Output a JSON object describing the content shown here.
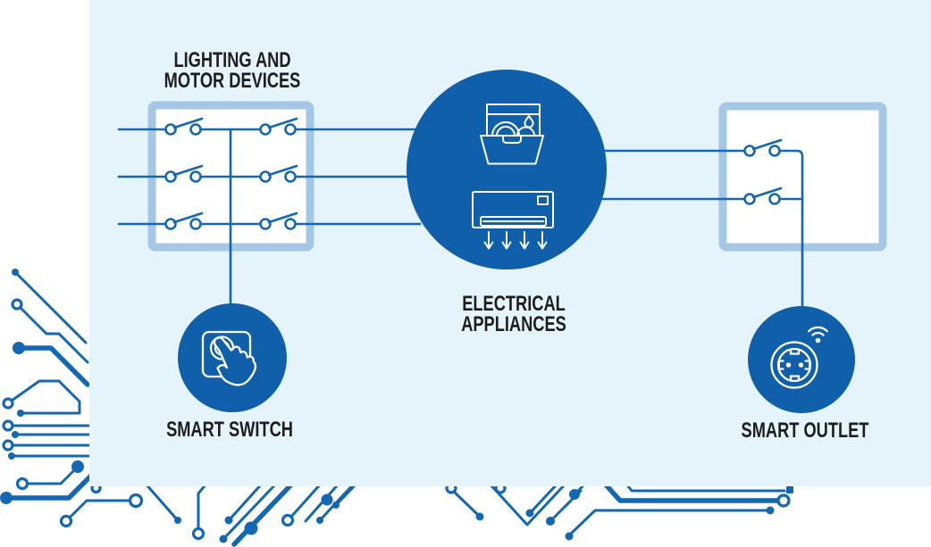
{
  "labels": {
    "lighting_motor": {
      "line1": "LIGHTING AND",
      "line2": "MOTOR DEVICES"
    },
    "electrical_appliances": {
      "line1": "ELECTRICAL",
      "line2": "APPLIANCES"
    },
    "smart_switch": "SMART SWITCH",
    "smart_outlet": "SMART OUTLET"
  },
  "colors": {
    "background": "#ffffff",
    "panel": "#e5f3fa",
    "wire": "#1467b2",
    "node_fill": "#0f5faa",
    "box_border": "#a3c7e5",
    "text": "#1f1d1e"
  },
  "diagram": {
    "nodes": [
      {
        "id": "lighting-box",
        "label": "LIGHTING AND MOTOR DEVICES",
        "type": "switch-box",
        "switches": 6
      },
      {
        "id": "appliances-circle",
        "label": "ELECTRICAL APPLIANCES",
        "type": "circle",
        "icons": [
          "dishwasher-icon",
          "air-conditioner-icon"
        ]
      },
      {
        "id": "outlet-box",
        "label": "",
        "type": "switch-box",
        "switches": 2
      },
      {
        "id": "smart-switch-circle",
        "label": "SMART SWITCH",
        "type": "circle",
        "icons": [
          "touch-button-icon"
        ]
      },
      {
        "id": "smart-outlet-circle",
        "label": "SMART OUTLET",
        "type": "circle",
        "icons": [
          "power-outlet-icon",
          "wifi-icon"
        ]
      }
    ],
    "connections": [
      {
        "from": "lighting-box",
        "to": "appliances-circle",
        "lines": 3
      },
      {
        "from": "appliances-circle",
        "to": "outlet-box",
        "lines": 2
      },
      {
        "from": "lighting-box",
        "to": "smart-switch-circle",
        "lines": 1
      },
      {
        "from": "outlet-box",
        "to": "smart-outlet-circle",
        "lines": 1
      }
    ]
  }
}
